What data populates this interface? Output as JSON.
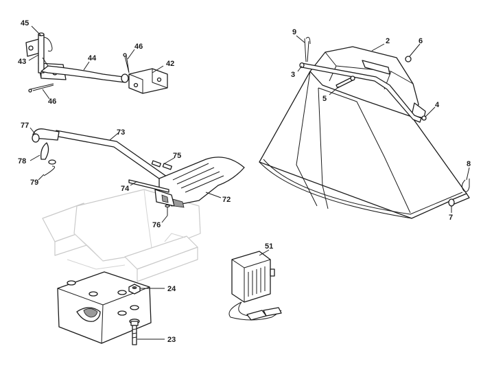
{
  "callouts": {
    "c45": "45",
    "c43": "43",
    "c44": "44",
    "c46a": "46",
    "c46b": "46",
    "c42": "42",
    "c77": "77",
    "c73": "73",
    "c78": "78",
    "c79": "79",
    "c75": "75",
    "c74": "74",
    "c72": "72",
    "c76": "76",
    "c24": "24",
    "c23": "23",
    "c51": "51",
    "c9": "9",
    "c2": "2",
    "c6": "6",
    "c3": "3",
    "c5": "5",
    "c4": "4",
    "c8": "8",
    "c7": "7"
  },
  "colors": {
    "line": "#1a1a1a",
    "ghost": "#c9c9c9",
    "background": "#ffffff"
  }
}
